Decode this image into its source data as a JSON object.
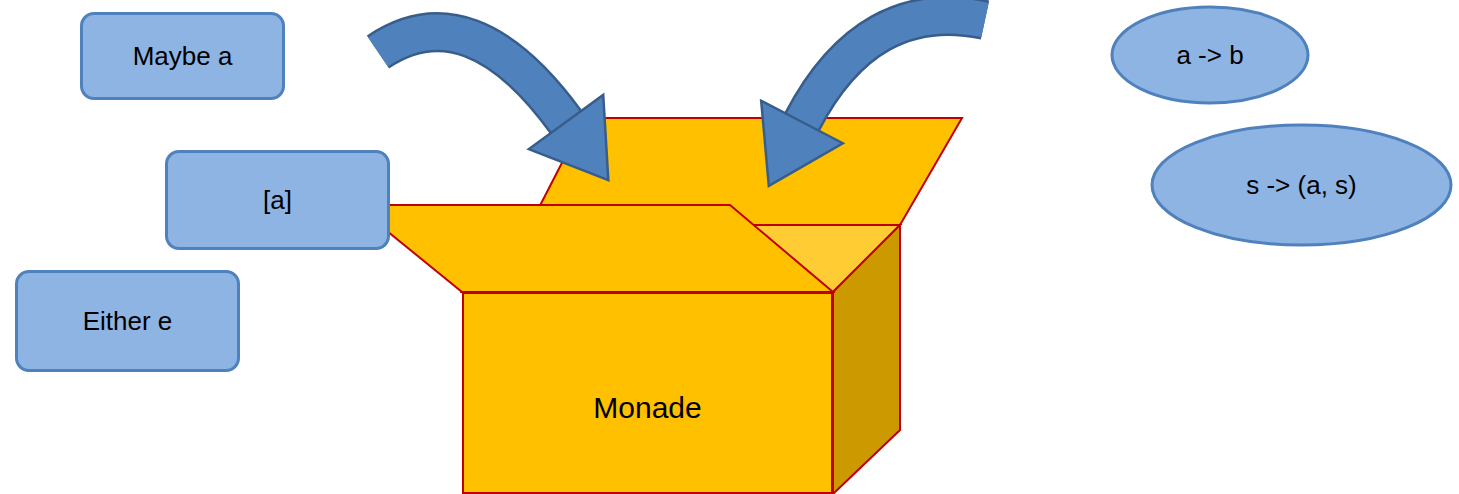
{
  "diagram": {
    "nodes": [
      {
        "text": [
          "Maybe a"
        ]
      },
      {
        "text": [
          "[a]"
        ]
      },
      {
        "text": [
          "Either e"
        ]
      },
      {
        "text": [
          "Monade"
        ]
      },
      {
        "text": [
          "a -> b"
        ]
      },
      {
        "text": [
          "s -> (a, s)"
        ]
      }
    ]
  }
}
